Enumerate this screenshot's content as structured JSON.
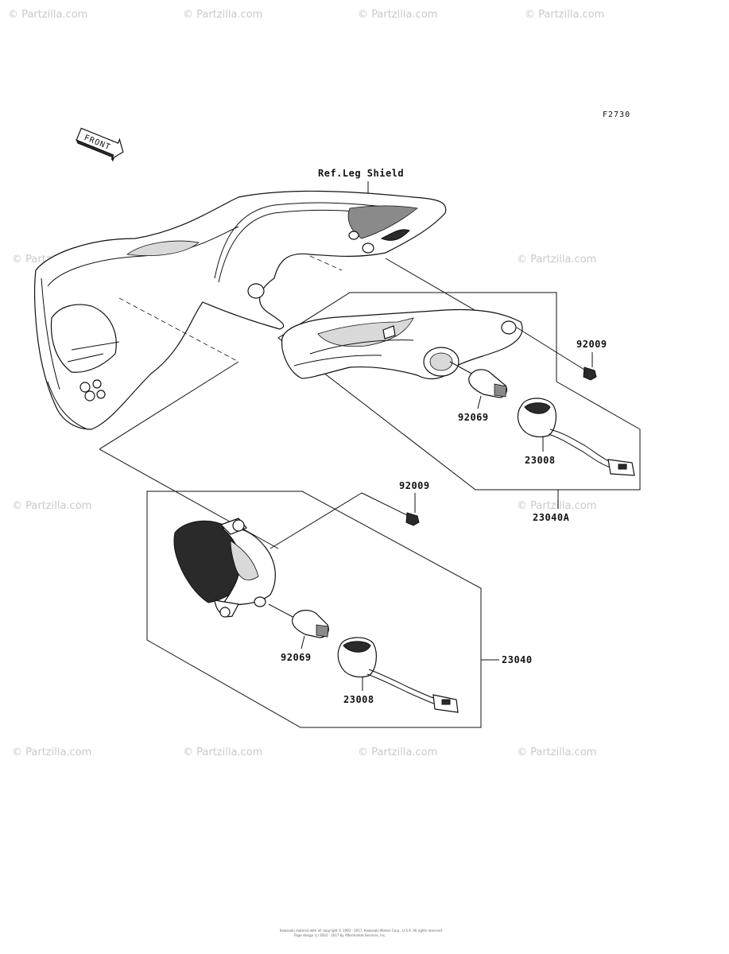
{
  "figure_code": "F2730",
  "front_arrow_label": "FRONT",
  "ref_label": "Ref.Leg Shield",
  "watermark": "© Partzilla.com",
  "footer": {
    "line1": "Kawasaki material with all copyright © 1993 - 2017, Kawasaki Motors Corp., U.S.A. All rights reserved.",
    "line2": "Page design (c) 2002 - 2017 by Aftermarket Services, Inc."
  },
  "parts": {
    "upper_screw": "92009",
    "upper_bulb": "92069",
    "upper_socket": "23008",
    "upper_assembly": "23040A",
    "lower_screw": "92009",
    "lower_bulb": "92069",
    "lower_socket": "23008",
    "lower_assembly": "23040"
  }
}
